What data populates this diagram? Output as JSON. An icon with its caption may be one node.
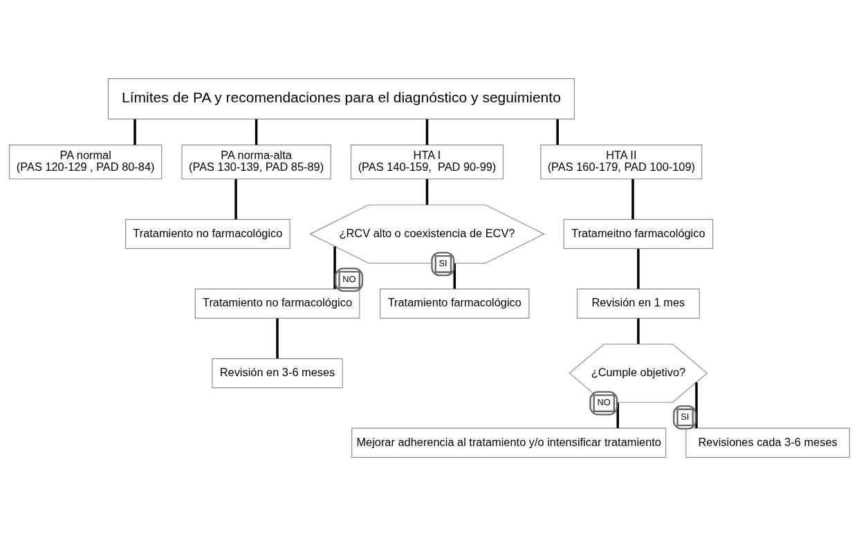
{
  "diagram": {
    "nodes": [
      {
        "text": [
          "Límites de PA y recomendaciones para el diagnóstico y seguimiento"
        ]
      },
      {
        "text": [
          "PA normal",
          "(PAS 120-129 , PAD 80-84)"
        ]
      },
      {
        "text": [
          "PA norma-alta",
          "(PAS 130-139, PAD 85-89)"
        ]
      },
      {
        "text": [
          "HTA I",
          "(PAS 140-159,  PAD 90-99)"
        ]
      },
      {
        "text": [
          "HTA II",
          "(PAS 160-179, PAD 100-109)"
        ]
      },
      {
        "text": [
          "Tratamiento no farmacológico"
        ]
      },
      {
        "text": [
          "¿RCV alto o coexistencia de ECV?"
        ]
      },
      {
        "text": [
          "Tratamiento no farmacológico"
        ]
      },
      {
        "text": [
          "Tratamiento farmacológico"
        ]
      },
      {
        "text": [
          "Revisión en 3-6 meses"
        ]
      },
      {
        "text": [
          "Tratameitno farmacológico"
        ]
      },
      {
        "text": [
          "Revisión en 1 mes"
        ]
      },
      {
        "text": [
          "¿Cumple objetivo?"
        ]
      },
      {
        "text": [
          "Mejorar adherencia al tratamiento y/o intensificar tratamiento"
        ]
      },
      {
        "text": [
          "Revisiones cada 3-6 meses"
        ]
      }
    ],
    "edges": [
      {
        "from": 0,
        "to": 1,
        "arrow": "none"
      },
      {
        "from": 0,
        "to": 2,
        "arrow": "none"
      },
      {
        "from": 0,
        "to": 3,
        "arrow": "none"
      },
      {
        "from": 0,
        "to": 4,
        "arrow": "none"
      },
      {
        "from": 2,
        "to": 5,
        "arrow": "none"
      },
      {
        "from": 3,
        "to": 6,
        "arrow": "none"
      },
      {
        "from": 6,
        "to": 7,
        "arrow": "none",
        "label": "NO"
      },
      {
        "from": 6,
        "to": 8,
        "arrow": "none",
        "label": "SI"
      },
      {
        "from": 7,
        "to": 9,
        "arrow": "none"
      },
      {
        "from": 4,
        "to": 10,
        "arrow": "none"
      },
      {
        "from": 10,
        "to": 11,
        "arrow": "none"
      },
      {
        "from": 11,
        "to": 12,
        "arrow": "none"
      },
      {
        "from": 12,
        "to": 13,
        "arrow": "none",
        "label": "NO"
      },
      {
        "from": 12,
        "to": 14,
        "arrow": "none",
        "label": "SI"
      }
    ]
  }
}
